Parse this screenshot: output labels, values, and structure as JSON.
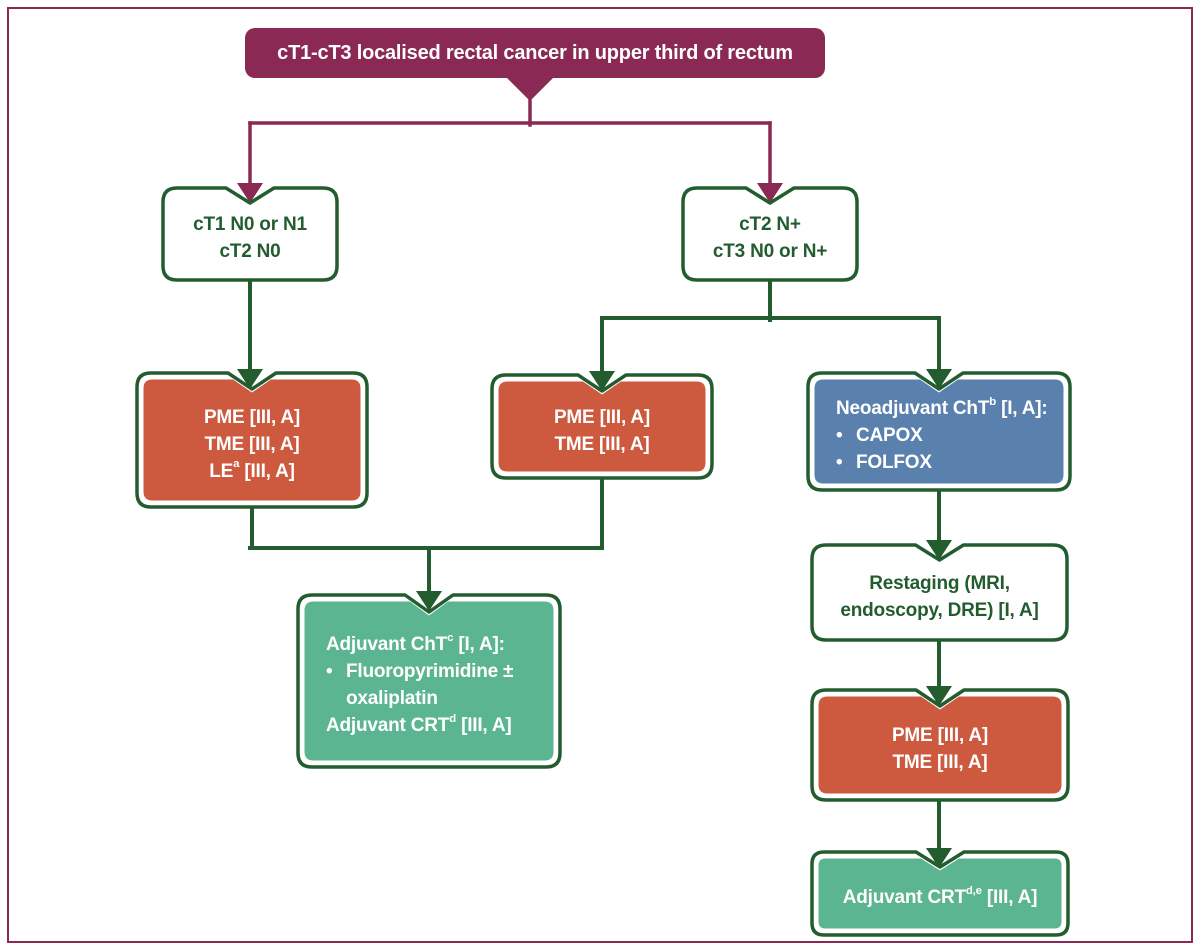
{
  "page": {
    "title_box": "cT1-cT3 localised rectal cancer in upper third of rectum",
    "bullet_char": "•"
  },
  "colors": {
    "maroon": "#8a2a54",
    "dark_green": "#235c2f",
    "orange": "#cd5a3e",
    "blue": "#5a80ae",
    "green": "#5cb591",
    "white": "#ffffff"
  },
  "nodes": [
    {
      "id": "ct1-n0-n1",
      "variant": "outline",
      "align": "center",
      "lines": [
        {
          "segs": [
            {
              "t": "cT1 N0 or N1"
            }
          ]
        },
        {
          "segs": [
            {
              "t": "cT2 N0"
            }
          ]
        }
      ]
    },
    {
      "id": "ct2-n-plus",
      "variant": "outline",
      "align": "center",
      "lines": [
        {
          "segs": [
            {
              "t": "cT2 N+"
            }
          ]
        },
        {
          "segs": [
            {
              "t": "cT3 N0 or N+"
            }
          ]
        }
      ]
    },
    {
      "id": "pme-tme-le",
      "variant": "orange",
      "align": "center",
      "lines": [
        {
          "segs": [
            {
              "t": "PME [III, A]"
            }
          ]
        },
        {
          "segs": [
            {
              "t": "TME [III, A]"
            }
          ]
        },
        {
          "segs": [
            {
              "t": "LE"
            },
            {
              "s": "a"
            },
            {
              "t": " [III, A]"
            }
          ]
        }
      ]
    },
    {
      "id": "pme-tme-mid",
      "variant": "orange",
      "align": "center",
      "lines": [
        {
          "segs": [
            {
              "t": "PME [III, A]"
            }
          ]
        },
        {
          "segs": [
            {
              "t": "TME [III, A]"
            }
          ]
        }
      ]
    },
    {
      "id": "neoadjuvant-cht",
      "variant": "blue",
      "align": "left",
      "lines": [
        {
          "segs": [
            {
              "t": "Neoadjuvant ChT"
            },
            {
              "s": "b"
            },
            {
              "t": " [I, A]:"
            }
          ]
        },
        {
          "bullet": true,
          "segs": [
            {
              "t": "CAPOX"
            }
          ]
        },
        {
          "bullet": true,
          "segs": [
            {
              "t": "FOLFOX"
            }
          ]
        }
      ]
    },
    {
      "id": "adjuvant-cht",
      "variant": "green",
      "align": "left",
      "lines": [
        {
          "segs": [
            {
              "t": "Adjuvant ChT"
            },
            {
              "s": "c"
            },
            {
              "t": " [I, A]:"
            }
          ]
        },
        {
          "bullet": true,
          "segs": [
            {
              "t": "Fluoropyrimidine ±"
            }
          ]
        },
        {
          "hang": true,
          "segs": [
            {
              "t": "oxaliplatin"
            }
          ]
        },
        {
          "segs": [
            {
              "t": "Adjuvant CRT"
            },
            {
              "s": "d"
            },
            {
              "t": " [III, A]"
            }
          ]
        }
      ]
    },
    {
      "id": "restaging",
      "variant": "outline",
      "align": "center",
      "lines": [
        {
          "segs": [
            {
              "t": "Restaging (MRI,"
            }
          ]
        },
        {
          "segs": [
            {
              "t": "endoscopy, DRE) [I, A]"
            }
          ]
        }
      ]
    },
    {
      "id": "pme-tme-bottom",
      "variant": "orange",
      "align": "center",
      "lines": [
        {
          "segs": [
            {
              "t": "PME [III, A]"
            }
          ]
        },
        {
          "segs": [
            {
              "t": "TME [III, A]"
            }
          ]
        }
      ]
    },
    {
      "id": "adjuvant-crt",
      "variant": "green",
      "align": "center",
      "lines": [
        {
          "segs": [
            {
              "t": "Adjuvant CRT"
            },
            {
              "s": "d,e"
            },
            {
              "t": " [III, A]"
            }
          ]
        }
      ]
    }
  ]
}
